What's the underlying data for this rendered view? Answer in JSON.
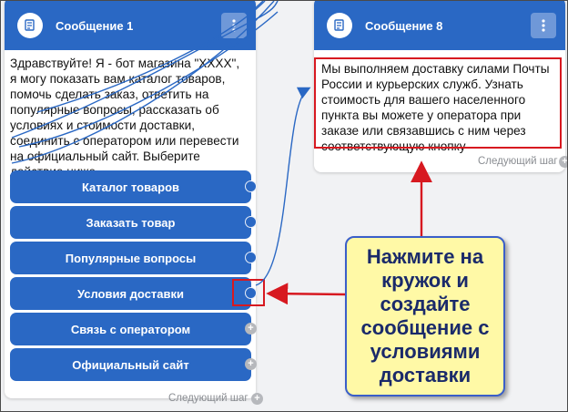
{
  "message1": {
    "title": "Сообщение 1",
    "body": "Здравствуйте! Я - бот магазина \"ХХХХ\", я могу показать вам каталог товаров, помочь сделать заказ, ответить на популярные вопросы, рассказать об условиях и стоимости доставки, соединить с оператором или перевести на официальный сайт. Выберите действие ниже.",
    "buttons": [
      {
        "label": "Каталог товаров"
      },
      {
        "label": "Заказать товар"
      },
      {
        "label": "Популярные вопросы"
      },
      {
        "label": "Условия доставки"
      },
      {
        "label": "Связь с оператором"
      },
      {
        "label": "Официальный сайт"
      }
    ],
    "next_step": "Следующий шаг"
  },
  "message8": {
    "title": "Сообщение 8",
    "body": "Мы выполняем доставку силами Почты России и курьерских служб. Узнать стоимость для вашего населенного пункта вы можете у оператора при заказе или связавшись с ним через соответствующую кнопку",
    "next_step": "Следующий шаг"
  },
  "hint": {
    "text": "Нажмите на кружок и создайте сообщение с условиями доставки"
  },
  "colors": {
    "accent": "#2a68c4",
    "highlight": "#d71920",
    "hint_bg": "#fff9a6",
    "hint_border": "#3a5fc9"
  },
  "icons": {
    "avatar": "bot-avatar-icon",
    "menu": "more-vertical-icon",
    "plus": "plus-icon"
  }
}
